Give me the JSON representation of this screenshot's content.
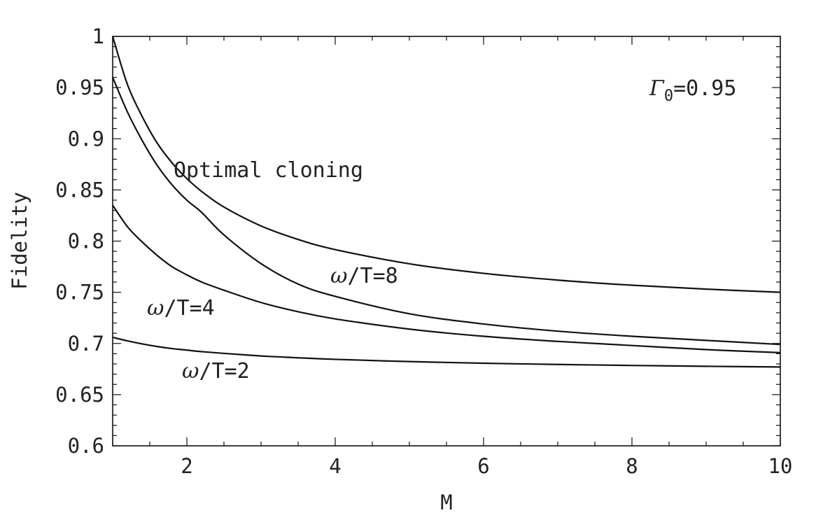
{
  "chart_data": {
    "type": "line",
    "xlabel": "M",
    "ylabel": "Fidelity",
    "xlim": [
      1,
      10
    ],
    "ylim": [
      0.6,
      1.0
    ],
    "x_major_ticks": [
      2,
      4,
      6,
      8,
      10
    ],
    "x_tick_labels": [
      "2",
      "4",
      "6",
      "8",
      "10"
    ],
    "y_major_ticks": [
      0.6,
      0.65,
      0.7,
      0.75,
      0.8,
      0.85,
      0.9,
      0.95,
      1.0
    ],
    "y_tick_labels": [
      "0.6",
      "0.65",
      "0.7",
      "0.75",
      "0.8",
      "0.85",
      "0.9",
      "0.95",
      "1"
    ],
    "grid": false,
    "x": [
      1,
      1.2,
      1.4,
      1.6,
      1.8,
      2,
      2.2,
      2.5,
      3,
      3.5,
      4,
      5,
      6,
      7,
      8,
      9,
      10
    ],
    "series": [
      {
        "name": "Optimal cloning",
        "values": [
          1.0,
          0.9528,
          0.9214,
          0.8958,
          0.8765,
          0.8611,
          0.8485,
          0.8333,
          0.8148,
          0.8016,
          0.7917,
          0.7778,
          0.7685,
          0.7619,
          0.7569,
          0.7531,
          0.75
        ]
      },
      {
        "name": "ω/T=8",
        "values": [
          0.96,
          0.926,
          0.898,
          0.874,
          0.855,
          0.84,
          0.828,
          0.806,
          0.778,
          0.758,
          0.746,
          0.729,
          0.719,
          0.712,
          0.707,
          0.703,
          0.699
        ]
      },
      {
        "name": "ω/T=4",
        "values": [
          0.835,
          0.814,
          0.799,
          0.786,
          0.775,
          0.767,
          0.76,
          0.752,
          0.74,
          0.731,
          0.724,
          0.714,
          0.707,
          0.702,
          0.698,
          0.694,
          0.691
        ]
      },
      {
        "name": "ω/T=2",
        "values": [
          0.706,
          0.7025,
          0.6995,
          0.697,
          0.695,
          0.6935,
          0.692,
          0.6903,
          0.6878,
          0.686,
          0.6845,
          0.6823,
          0.6807,
          0.6795,
          0.6785,
          0.6777,
          0.677
        ]
      }
    ],
    "annotations": {
      "gamma_symbol": "Γ",
      "gamma_subscript": "0",
      "gamma_value": "=0.95",
      "optimal_label": "Optimal cloning",
      "omega_symbol": "ω",
      "omega8_rest": "/T=8",
      "omega4_rest": "/T=4",
      "omega2_rest": "/T=2"
    }
  }
}
